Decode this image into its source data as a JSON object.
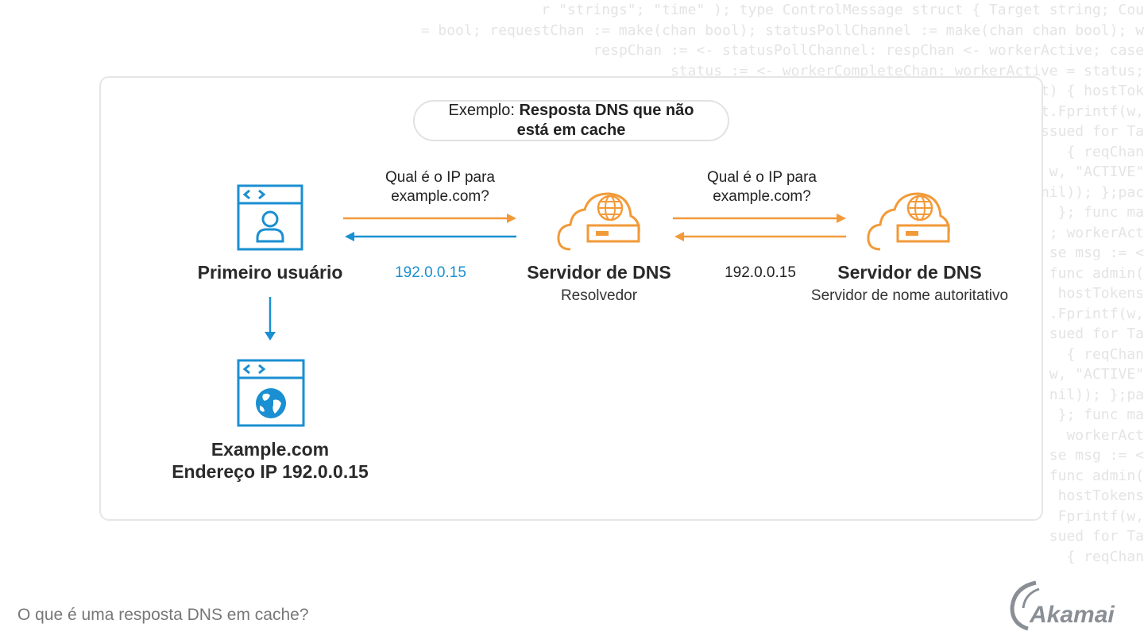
{
  "background_code": [
    "r \"strings\"; \"time\" ); type ControlMessage struct { Target string; Cou",
    "= bool; requestChan := make(chan bool); statusPollChannel := make(chan chan bool); w",
    "respChan := <- statusPollChannel: respChan <- workerActive; case",
    "status := <- workerCompleteChan: workerActive = status;",
    "t) { hostTok",
    "t.Fprintf(w,",
    "ssued for Ta",
    "{ reqChan",
    "w, \"ACTIVE\"",
    "nil)); };pac",
    "}; func ma",
    "; workerAct",
    "se msg := <",
    "func admin(",
    "hostTokens",
    ".Fprintf(w,",
    "sued for Ta",
    "{ reqChan",
    "w, \"ACTIVE\"",
    "nil)); };pa",
    "}; func ma",
    "workerAct",
    "se msg := <",
    "func admin(",
    "hostTokens",
    "Fprintf(w,",
    "sued for Ta",
    "{ reqChan"
  ],
  "title": {
    "prefix": "Exemplo:",
    "bold_line1": "Resposta DNS que não",
    "bold_line2": "está em cache"
  },
  "user": {
    "label": "Primeiro usuário"
  },
  "resolver": {
    "label": "Servidor de DNS",
    "sublabel": "Resolvedor"
  },
  "authoritative": {
    "label": "Servidor de DNS",
    "sublabel": "Servidor de nome autoritativo"
  },
  "query1": {
    "line1": "Qual é o IP para",
    "line2": "example.com?"
  },
  "query2": {
    "line1": "Qual é o IP para",
    "line2": "example.com?"
  },
  "answer1": "192.0.0.15",
  "answer2": "192.0.0.15",
  "website": {
    "line1": "Example.com",
    "line2": "Endereço IP 192.0.0.15"
  },
  "footer": "O que é uma resposta DNS em cache?",
  "logo_text": "Akamai",
  "colors": {
    "blue": "#1a8fd1",
    "orange": "#f29a38",
    "akamai_gray": "#8a8f96"
  }
}
